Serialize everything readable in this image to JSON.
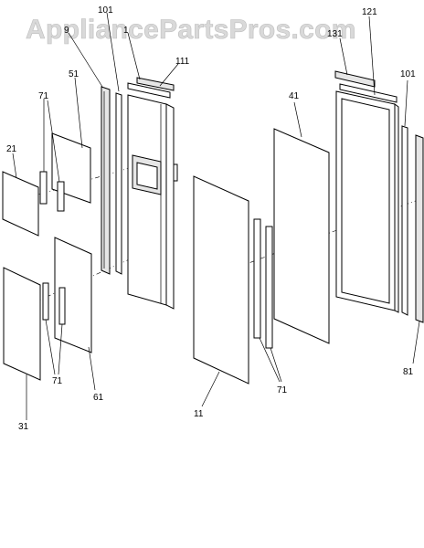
{
  "watermark": "AppliancePartsPros.com",
  "callouts": {
    "c101_left": "101",
    "c9": "9",
    "c1_partial": "1",
    "c111": "111",
    "c51": "51",
    "c71_top": "71",
    "c21": "21",
    "c31": "31",
    "c71_bottom": "71",
    "c61": "61",
    "c121": "121",
    "c131": "131",
    "c41": "41",
    "c101_right": "101",
    "c11": "11",
    "c71_mid": "71",
    "c81": "81"
  }
}
